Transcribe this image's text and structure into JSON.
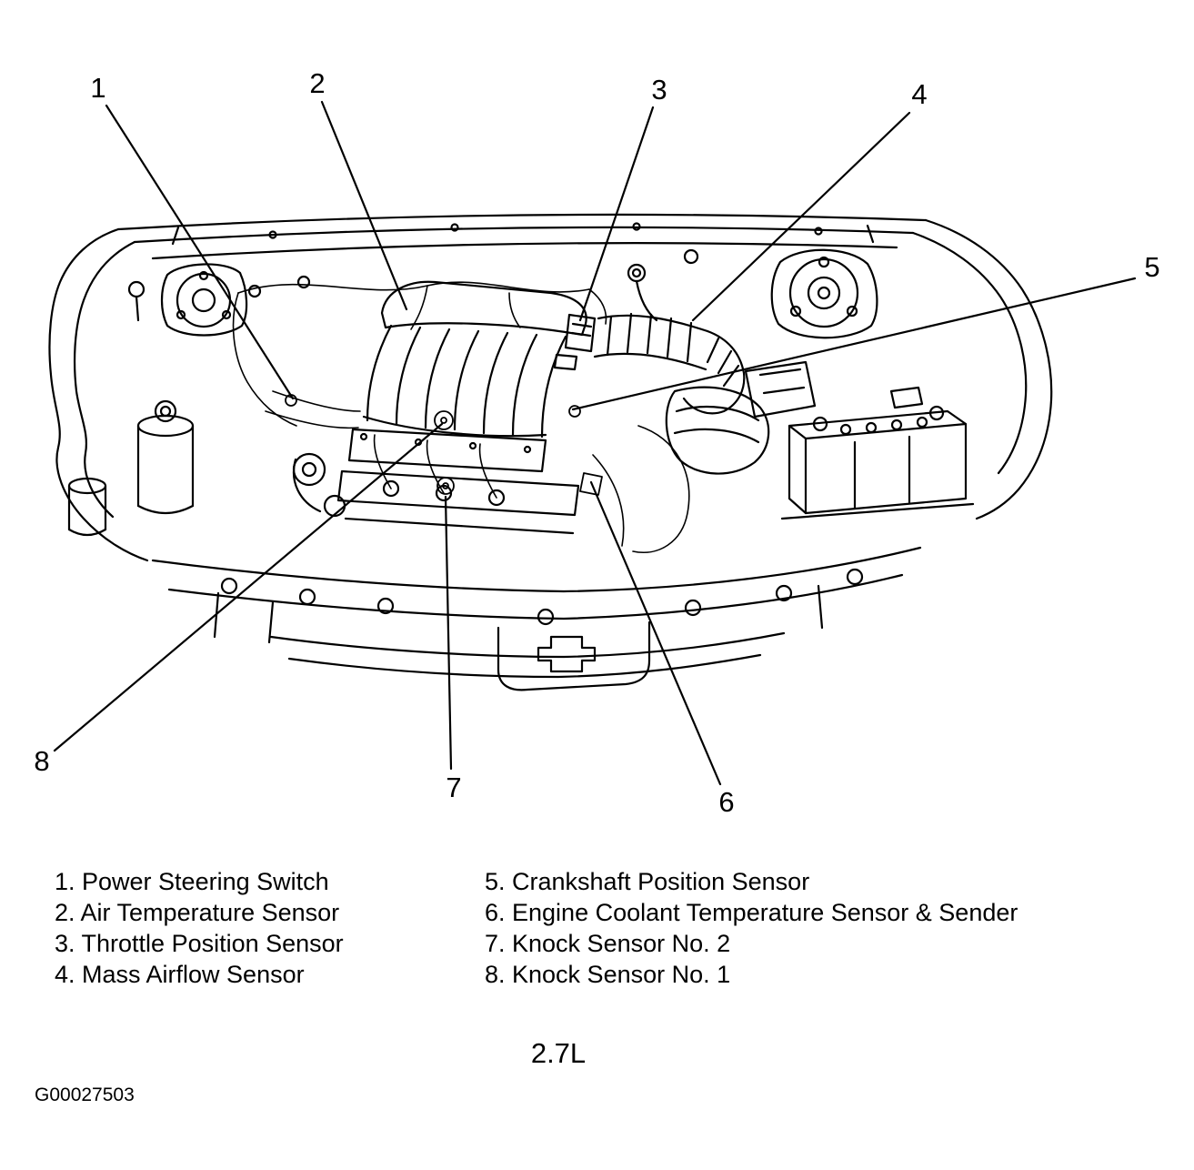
{
  "figure": {
    "displacement_label": "2.7L",
    "figure_id": "G00027503"
  },
  "callouts": [
    "1",
    "2",
    "3",
    "4",
    "5",
    "6",
    "7",
    "8"
  ],
  "legend": {
    "left": [
      "1. Power Steering Switch",
      "2. Air Temperature Sensor",
      "3. Throttle Position Sensor",
      "4. Mass Airflow Sensor"
    ],
    "right": [
      "5. Crankshaft Position Sensor",
      "6. Engine Coolant Temperature Sensor & Sender",
      "7. Knock Sensor No. 2",
      "8. Knock Sensor No. 1"
    ]
  },
  "colors": {
    "ink": "#000000",
    "background": "#ffffff"
  }
}
